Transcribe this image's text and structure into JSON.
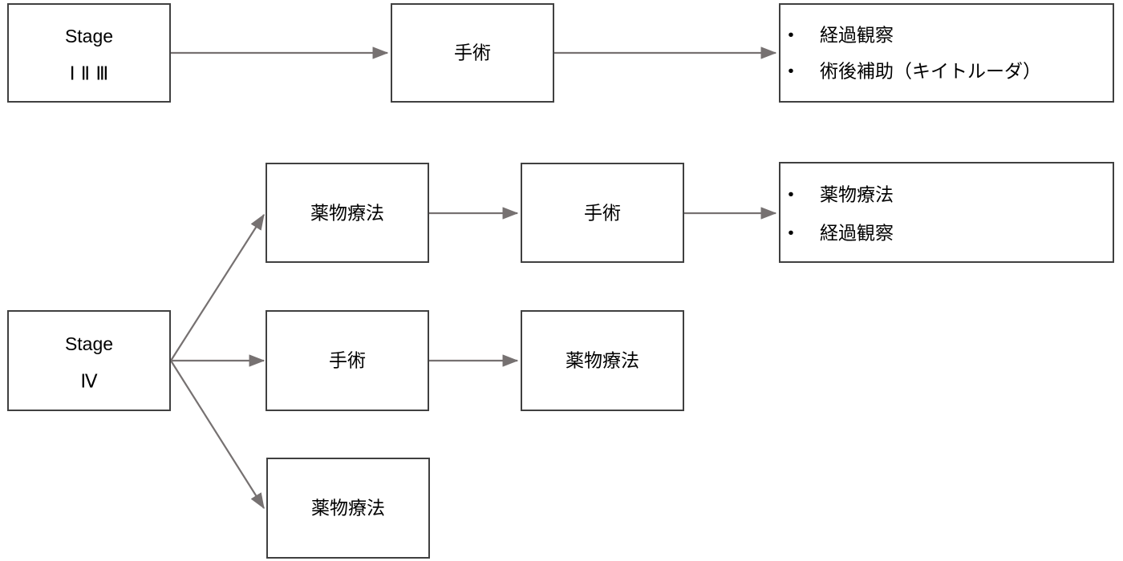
{
  "diagram": {
    "title": "",
    "colors": {
      "box_border": "#404040",
      "box_fill": "#ffffff",
      "arrow": "#767171",
      "text": "#000000",
      "background": "#ffffff"
    },
    "nodes": {
      "stage_early": {
        "line1": "Stage",
        "line2": "Ⅰ Ⅱ Ⅲ"
      },
      "surgery_top": {
        "label": "手術"
      },
      "outcome_top": {
        "bullets": [
          "経過観察",
          "術後補助（キイトルーダ）"
        ]
      },
      "stage_four": {
        "line1": "Stage",
        "line2": "Ⅳ"
      },
      "drug_branch_a": {
        "label": "薬物療法"
      },
      "surgery_branch_a": {
        "label": "手術"
      },
      "outcome_branch_a": {
        "bullets": [
          "薬物療法",
          "経過観察"
        ]
      },
      "surgery_branch_b": {
        "label": "手術"
      },
      "drug_branch_b": {
        "label": "薬物療法"
      },
      "drug_branch_c": {
        "label": "薬物療法"
      }
    },
    "bullet_glyph": "•",
    "edges": [
      {
        "from": "stage_early",
        "to": "surgery_top"
      },
      {
        "from": "surgery_top",
        "to": "outcome_top"
      },
      {
        "from": "stage_four",
        "to": "drug_branch_a"
      },
      {
        "from": "drug_branch_a",
        "to": "surgery_branch_a"
      },
      {
        "from": "surgery_branch_a",
        "to": "outcome_branch_a"
      },
      {
        "from": "stage_four",
        "to": "surgery_branch_b"
      },
      {
        "from": "surgery_branch_b",
        "to": "drug_branch_b"
      },
      {
        "from": "stage_four",
        "to": "drug_branch_c"
      }
    ]
  }
}
